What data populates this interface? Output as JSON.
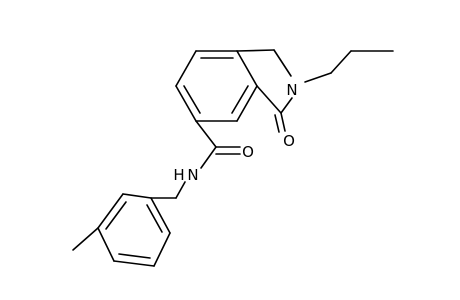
{
  "atoms": {
    "n_ring": "N",
    "o_lactam": "O",
    "o_amide": "O",
    "n_amide": "N",
    "h_amide": "H"
  }
}
